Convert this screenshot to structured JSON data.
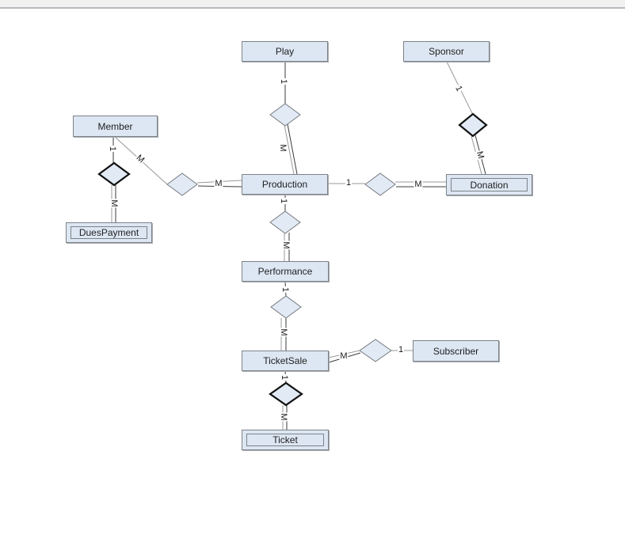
{
  "window": {
    "topbar_present": true
  },
  "colors": {
    "entity_fill": "#dde7f3",
    "entity_border": "#7d8288",
    "diamond_fill": "#e1eaf5",
    "diamond_border": "#76797e",
    "identifying_border": "#111111",
    "line_gray": "#97999d",
    "line_dark": "#3a3c3e",
    "label_color": "#1a1a1a",
    "topbar_bg": "#f1f1f2",
    "topbar_border": "#b6b9bd",
    "canvas_bg": "#ffffff"
  },
  "diagram": {
    "type": "entity-relationship",
    "entities": [
      {
        "label": "Play",
        "weak": false
      },
      {
        "label": "Sponsor",
        "weak": false
      },
      {
        "label": "Member",
        "weak": false
      },
      {
        "label": "Production",
        "weak": false
      },
      {
        "label": "Donation",
        "weak": true
      },
      {
        "label": "DuesPayment",
        "weak": true
      },
      {
        "label": "Performance",
        "weak": false
      },
      {
        "label": "TicketSale",
        "weak": false
      },
      {
        "label": "Subscriber",
        "weak": false
      },
      {
        "label": "Ticket",
        "weak": true
      }
    ],
    "cardinality_labels": [
      "1",
      "M",
      "1",
      "M",
      "M",
      "M",
      "1",
      "M",
      "1",
      "M",
      "1",
      "M",
      "1",
      "M",
      "M",
      "1",
      "1",
      "M"
    ],
    "relationships": [
      {
        "entity1": "Play",
        "card1": "1",
        "entity2": "Production",
        "card2": "M",
        "identifying": false
      },
      {
        "entity1": "Member",
        "card1": "1",
        "entity2": "DuesPayment",
        "card2": "M",
        "identifying": true
      },
      {
        "entity1": "Member",
        "card1": "M",
        "entity2": "Production",
        "card2": "M",
        "identifying": false
      },
      {
        "entity1": "Production",
        "card1": "1",
        "entity2": "Donation",
        "card2": "M",
        "identifying": false
      },
      {
        "entity1": "Sponsor",
        "card1": "1",
        "entity2": "Donation",
        "card2": "M",
        "identifying": true
      },
      {
        "entity1": "Production",
        "card1": "1",
        "entity2": "Performance",
        "card2": "M",
        "identifying": false
      },
      {
        "entity1": "Performance",
        "card1": "1",
        "entity2": "TicketSale",
        "card2": "M",
        "identifying": false
      },
      {
        "entity1": "TicketSale",
        "card1": "M",
        "entity2": "Subscriber",
        "card2": "1",
        "identifying": false
      },
      {
        "entity1": "TicketSale",
        "card1": "1",
        "entity2": "Ticket",
        "card2": "M",
        "identifying": true
      }
    ]
  }
}
